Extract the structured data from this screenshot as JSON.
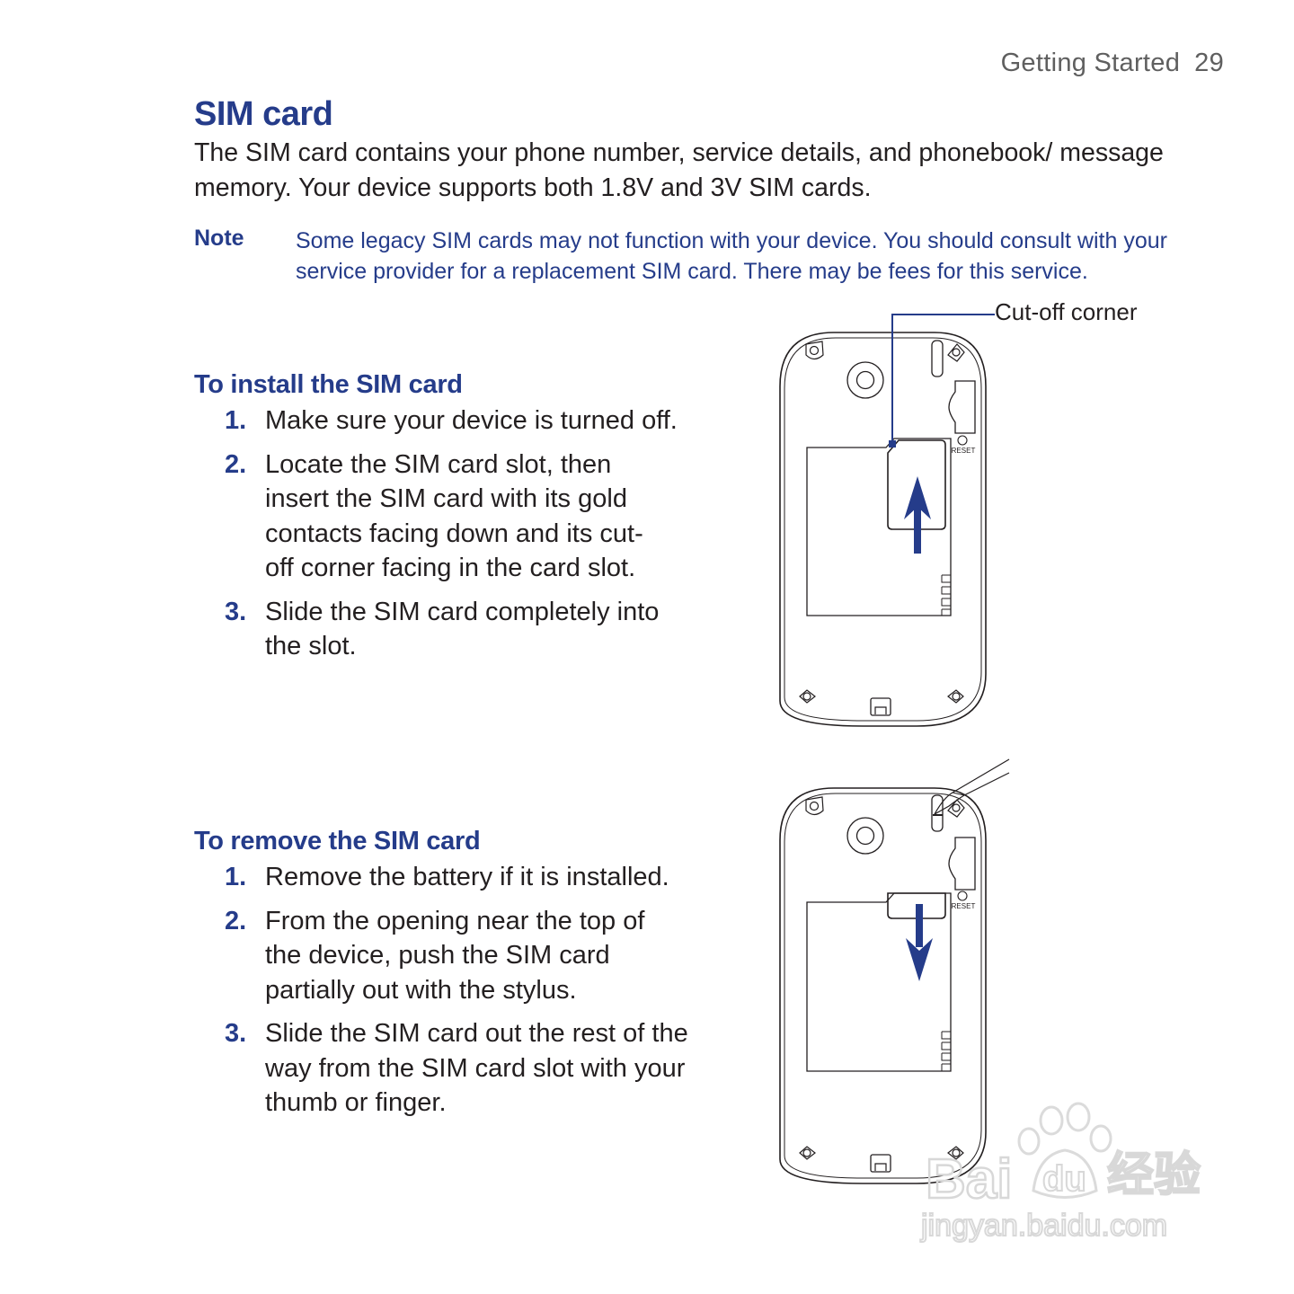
{
  "header": {
    "section": "Getting Started",
    "page_number": "29"
  },
  "title": "SIM card",
  "intro": "The SIM card contains your phone number, service details, and phonebook/ message memory. Your device supports both 1.8V and 3V SIM cards.",
  "note": {
    "label": "Note",
    "text": "Some legacy SIM cards may not function with your device. You should consult with your service provider for a replacement SIM card. There may be fees for this service."
  },
  "install": {
    "heading": "To install the SIM card",
    "steps": [
      {
        "num": "1.",
        "text": "Make sure your device is turned off."
      },
      {
        "num": "2.",
        "text": "Locate the SIM card slot, then insert the SIM card with its gold contacts facing down and its cut-off corner facing in the card slot."
      },
      {
        "num": "3.",
        "text": "Slide the SIM card completely into the slot."
      }
    ],
    "figure": {
      "callout": "Cut-off corner",
      "reset_label": "RESET",
      "arrow_direction": "up"
    }
  },
  "remove": {
    "heading": "To remove the SIM card",
    "steps": [
      {
        "num": "1.",
        "text": "Remove the battery if it is installed."
      },
      {
        "num": "2.",
        "text": "From the opening near the top of the device, push the SIM card partially out with the stylus."
      },
      {
        "num": "3.",
        "text": "Slide the SIM card out the rest of the way from the SIM card slot with your thumb or finger."
      }
    ],
    "figure": {
      "reset_label": "RESET",
      "arrow_direction": "down"
    }
  },
  "watermark": {
    "brand": "Bai du 经验",
    "url": "jingyan.baidu.com"
  },
  "colors": {
    "accent": "#253c8a",
    "body_text": "#231f20",
    "header_gray": "#5f5f5f"
  }
}
